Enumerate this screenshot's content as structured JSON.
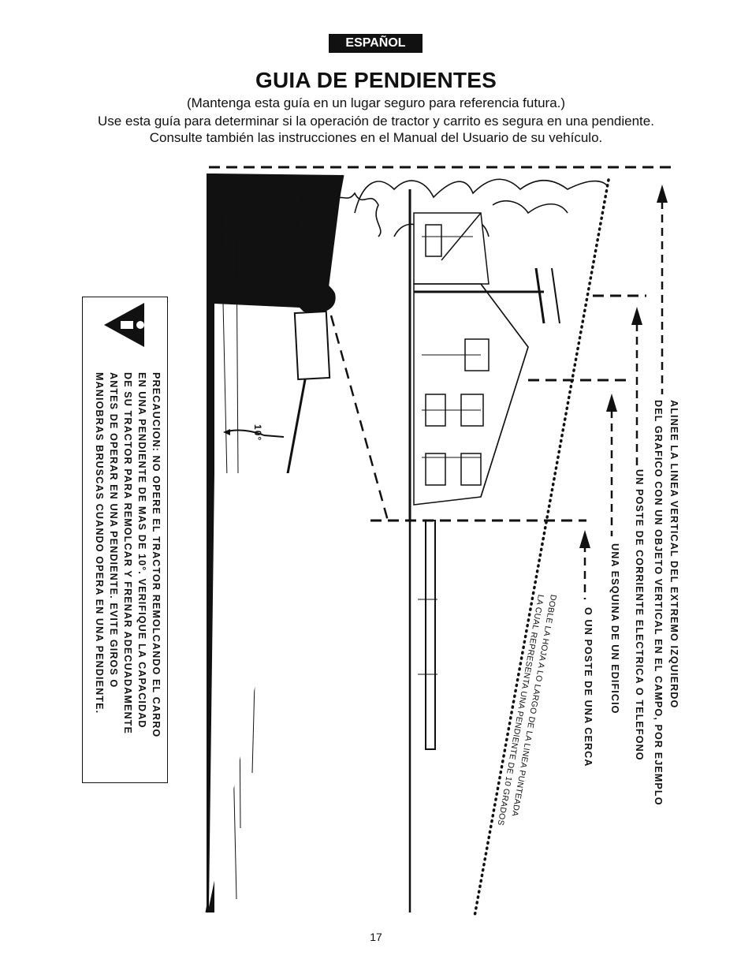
{
  "header": {
    "language_badge": "ESPAÑOL",
    "title": "GUIA DE PENDIENTES",
    "subtitle_lines": [
      "(Mantenga esta guía en un lugar seguro para referencia futura.)",
      "Use esta guía para determinar si la operación de tractor y carrito es segura en una pendiente.",
      "Consulte también las instrucciones en el Manual del Usuario de su vehículo."
    ]
  },
  "warning": {
    "icon": "warning-triangle-icon",
    "lines": [
      "PRECAUCION: NO OPERE EL TRACTOR REMOLCANDO EL  CARRO",
      "EN UNA PENDIENTE DE MAS DE 10°. VERIFIQUE LA CAPACIDAD",
      "DE SU TRACTOR PARA REMOLCAR Y FRENAR ADECUADAMENTE",
      "ANTES DE OPERAR EN UNA PENDIENTE. EVITE GIROS O",
      "MANIOBRAS BRUSCAS CUANDO OPERA EN UNA PENDIENTE."
    ]
  },
  "diagram": {
    "angle_label": "10°",
    "instructions": [
      "ALINEE LA LINEA VERTICAL DEL EXTREMO IZQUIERDO",
      "DEL GRAFICO CON UN OBJETO VERTICAL EN EL CAMPO, POR EJEMPLO",
      "UN POSTE DE CORRIENTE ELECTRICA O TELEFONO",
      "UNA ESQUINA DE UN EDIFICIO",
      "O UN POSTE DE UNA CERCA"
    ],
    "fold_note": [
      "DOBLE LA HOJA A LO LARGO DE LA LINEA PUNTEADA",
      "LA CUAL REPRESENTA UNA PENDIENTE DE 10 GRADOS"
    ]
  },
  "footer": {
    "page_number": "17"
  }
}
